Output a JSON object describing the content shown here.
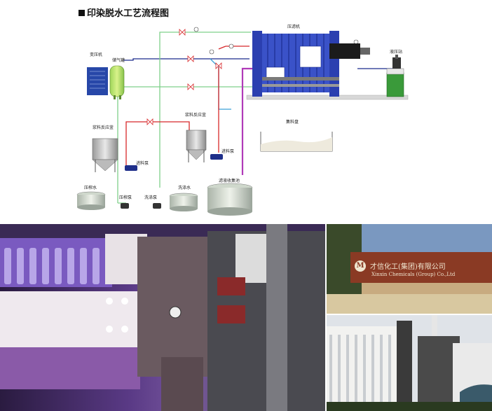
{
  "title": "印染脱水工艺流程图",
  "labels": {
    "filter_press": "压滤机",
    "transformer": "变压机",
    "air_tank": "储气罐",
    "hydraulic_station": "液压站",
    "slurry_tank_left": "浆料反应釜",
    "slurry_tank_right": "浆料反应釜",
    "feed_pump_left": "进料泵",
    "feed_pump_right": "进料泵",
    "collection_tray": "集料盘",
    "press_water": "压榨水",
    "press_pump": "压榨泵",
    "wash_pump": "洗涤泵",
    "wash_water": "洗涤水",
    "filtrate_pool": "滤液收集池"
  },
  "sign": {
    "cn": "才信化工(集团)有限公司",
    "en": "Xinxin Chemicals (Group) Co.,Ltd"
  },
  "colors": {
    "press_frame": "#2b3fb0",
    "air_line": "#7fd08a",
    "water_line": "#3aa0d8",
    "slurry_line": "#d8282a",
    "filtrate_line": "#b03ab8",
    "pipe_navy": "#1a2a8c"
  }
}
